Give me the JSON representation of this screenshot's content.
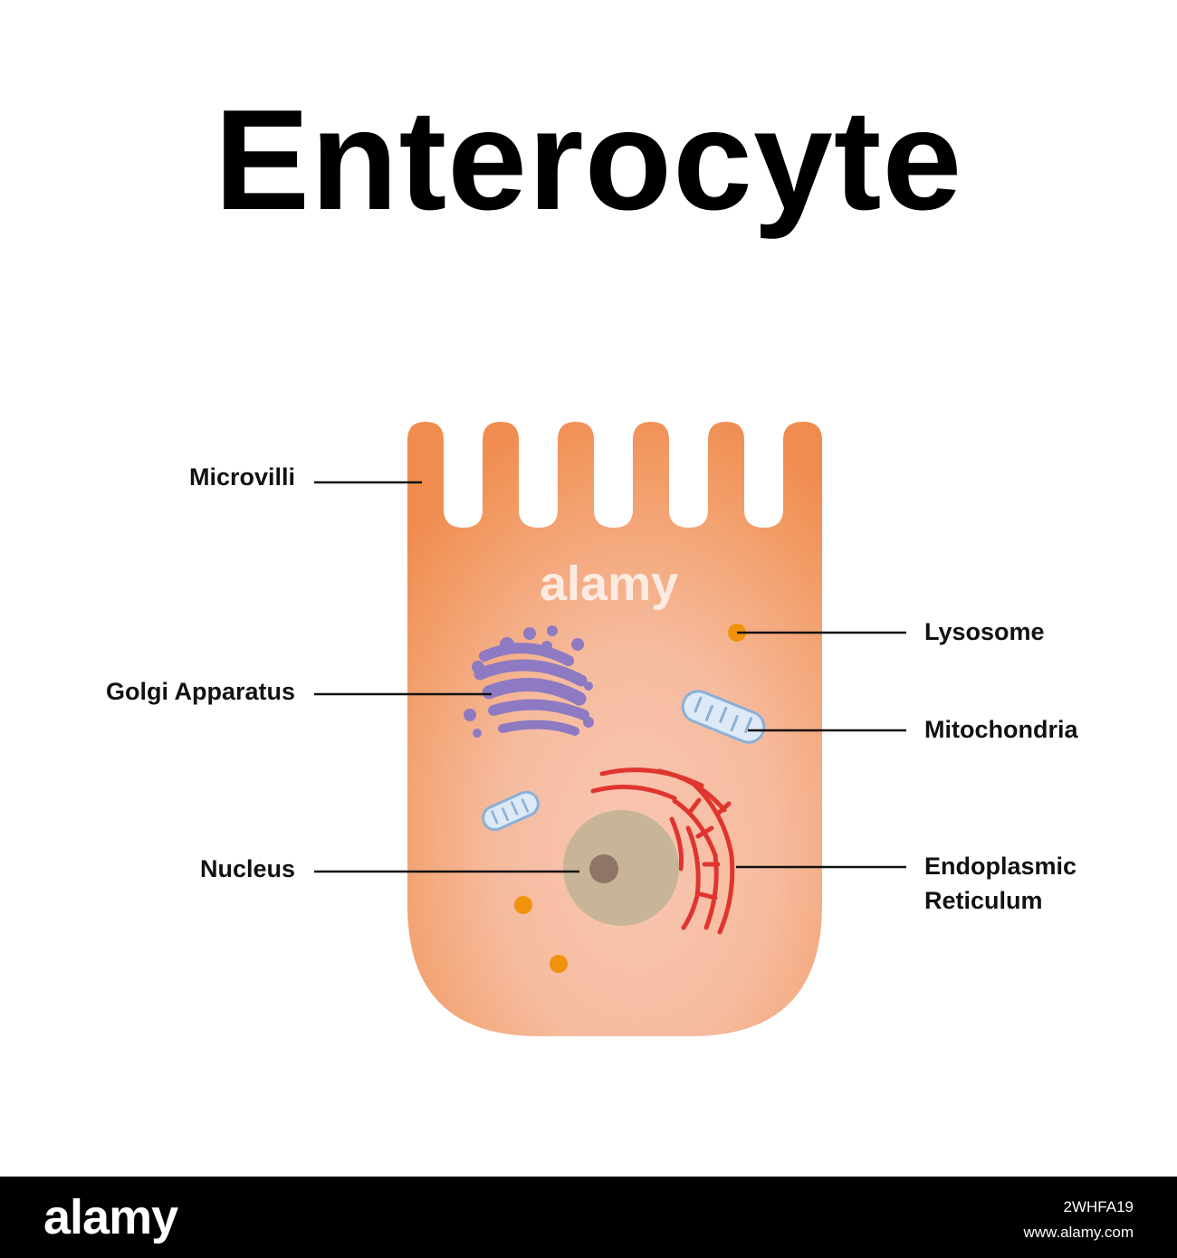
{
  "title": "Enterocyte",
  "labels": {
    "microvilli": "Microvilli",
    "golgi": "Golgi Apparatus",
    "nucleus": "Nucleus",
    "lysosome": "Lysosome",
    "mitochondria": "Mitochondria",
    "er_line1": "Endoplasmic",
    "er_line2": "Reticulum"
  },
  "watermark": "alamy",
  "footer": {
    "logo": "alamy",
    "image_id": "2WHFA19",
    "site": "www.alamy.com"
  },
  "colors": {
    "cell_edge": "#f08c50",
    "cell_center": "#f8c7b3",
    "golgi": "#8e7ac2",
    "mitochondria_fill": "#dde9f7",
    "mitochondria_stroke": "#8ab0d8",
    "nucleus": "#c8b498",
    "nucleolus": "#8f7468",
    "er": "#e0352f",
    "lysosome": "#f0920c"
  }
}
